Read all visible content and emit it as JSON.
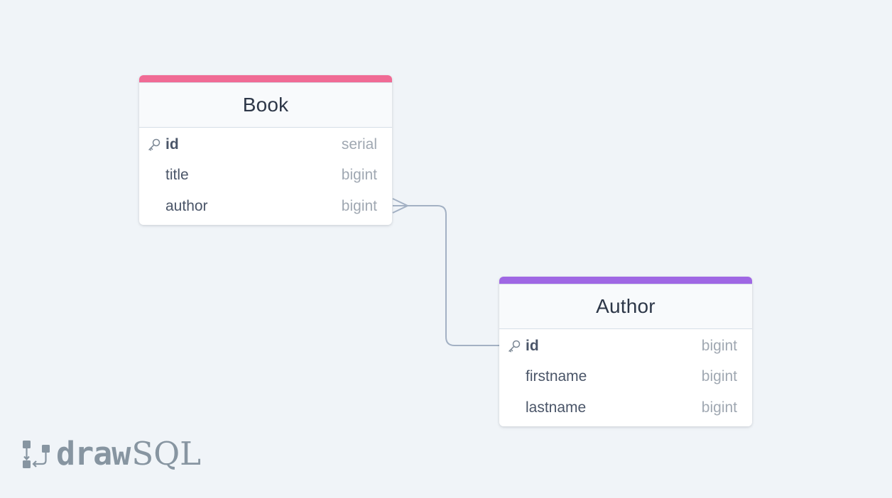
{
  "tables": [
    {
      "name": "Book",
      "accent_color": "#f06b95",
      "columns": [
        {
          "name": "id",
          "type": "serial",
          "primary_key": true,
          "icon": "key-icon"
        },
        {
          "name": "title",
          "type": "bigint",
          "primary_key": false
        },
        {
          "name": "author",
          "type": "bigint",
          "primary_key": false
        }
      ]
    },
    {
      "name": "Author",
      "accent_color": "#9f67e4",
      "columns": [
        {
          "name": "id",
          "type": "bigint",
          "primary_key": true,
          "icon": "key-icon"
        },
        {
          "name": "firstname",
          "type": "bigint",
          "primary_key": false
        },
        {
          "name": "lastname",
          "type": "bigint",
          "primary_key": false
        }
      ]
    }
  ],
  "relationship": {
    "from": "Book.author",
    "to": "Author.id",
    "type": "many-to-one",
    "line_color": "#a3b1c4"
  },
  "logo": {
    "part1": "draw",
    "part2": "SQL",
    "color": "#8795a1"
  }
}
